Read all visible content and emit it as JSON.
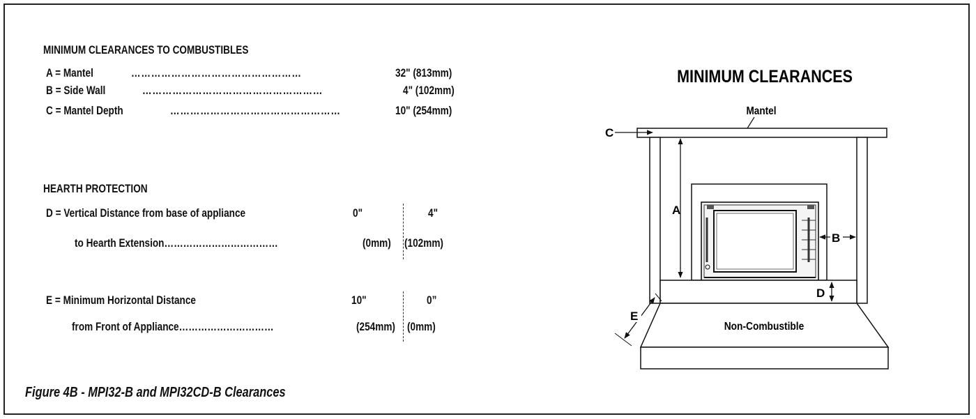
{
  "clearances": {
    "heading": "MINIMUM CLEARANCES TO COMBUSTIBLES",
    "items": [
      {
        "label": "A = Mantel",
        "leader": "……………………………………………",
        "value": "32\" (813mm)"
      },
      {
        "label": "B = Side Wall",
        "leader": "………………………………………………",
        "value": "4\" (102mm)"
      },
      {
        "label": "C = Mantel Depth",
        "leader": "……………………………………………",
        "value": "10\" (254mm)"
      }
    ]
  },
  "hearth": {
    "heading": "HEARTH PROTECTION",
    "d": {
      "line1": "D = Vertical Distance from base of appliance",
      "line2": "to  Hearth Extension………………………………",
      "v1_in": "0\"",
      "v1_mm": "(0mm)",
      "v2_in": "4\"",
      "v2_mm": "(102mm)"
    },
    "e": {
      "line1": "E = Minimum Horizontal Distance",
      "line2": "from Front of Appliance…………………………",
      "v1_in": "10\"",
      "v1_mm": "(254mm)",
      "v2_in": "0”",
      "v2_mm": "(0mm)"
    }
  },
  "diagram": {
    "title": "MINIMUM CLEARANCES",
    "mantel_label": "Mantel",
    "c_label": "C",
    "a_label": "A",
    "b_label": "B",
    "d_label": "D",
    "e_label": "E",
    "hearth_label": "Non-Combustible"
  },
  "caption": "Figure 4B - MPI32-B and MPI32CD-B Clearances"
}
